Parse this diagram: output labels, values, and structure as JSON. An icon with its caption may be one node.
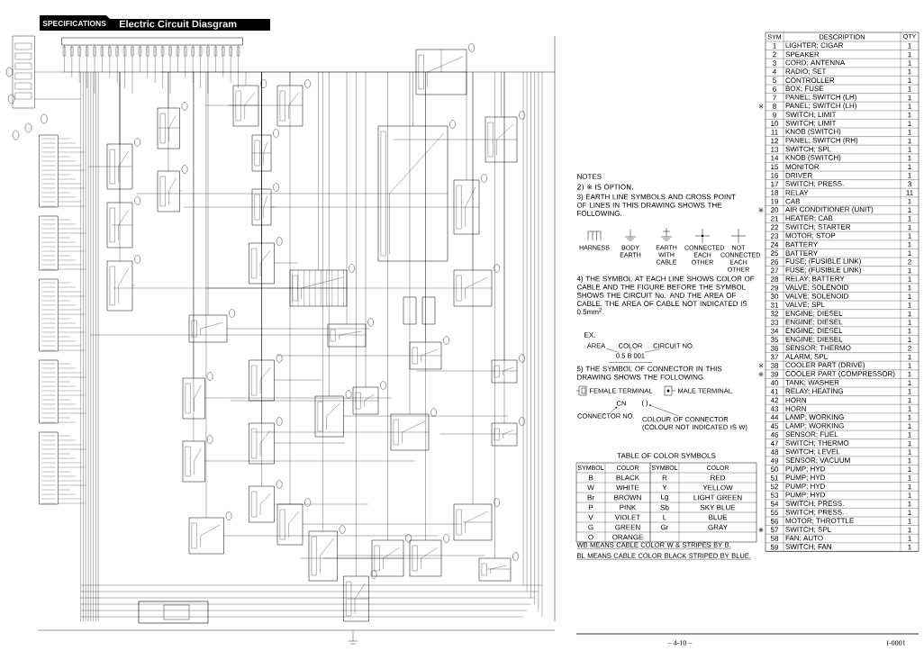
{
  "diagram": {
    "title": "Electric Circuit Diasgram",
    "nodes": [
      {
        "text": [
          "AREA"
        ]
      },
      {
        "text": [
          "COLOR"
        ]
      },
      {
        "text": [
          "CIRCUIT NO."
        ]
      },
      {
        "text": [
          "0.5 B 001"
        ]
      },
      {
        "text": [
          "CONNECTOR NO."
        ]
      },
      {
        "text": [
          "CN"
        ]
      },
      {
        "text": [
          "( )"
        ]
      },
      {
        "text": [
          "COLOUR OF CONNECTOR (COLOUR NOT INDICATED IS W)"
        ]
      }
    ],
    "edges": [
      {
        "from": 0,
        "to": 3,
        "arrow": "none"
      },
      {
        "from": 1,
        "to": 3,
        "arrow": "none"
      },
      {
        "from": 2,
        "to": 3,
        "arrow": "none"
      },
      {
        "from": 4,
        "to": 5,
        "arrow": "to"
      },
      {
        "from": 7,
        "to": 6,
        "arrow": "to"
      }
    ],
    "labels": [
      "SPECIFICATIONS",
      "SYM",
      "DESCRIPTION",
      "QTY",
      "1",
      "LIGHTER; CIGAR",
      "1",
      "2",
      "SPEAKER",
      "1",
      "3",
      "CORD; ANTENNA",
      "1",
      "4",
      "RADIO; SET",
      "1",
      "5",
      "CONTROLLER",
      "1",
      "6",
      "BOX; FUSE",
      "1",
      "7",
      "PANEL; SWITCH (LH)",
      "1",
      "8",
      "PANEL; SWITCH (LH)",
      "1",
      "9",
      "SWITCH; LIMIT",
      "1",
      "10",
      "SWITCH; LIMIT",
      "1",
      "11",
      "KNOB (SWITCH)",
      "1",
      "12",
      "PANEL; SWITCH (RH)",
      "1",
      "13",
      "SWITCH; SPL",
      "1",
      "14",
      "KNOB (SWITCH)",
      "1",
      "15",
      "MONITOR",
      "1",
      "16",
      "DRIVER",
      "1",
      "17",
      "SWITCH; PRESS.",
      "3",
      "18",
      "RELAY",
      "11",
      "19",
      "CAB",
      "1",
      "20",
      "AIR CONDITIONER (UNIT)",
      "1",
      "21",
      "HEATER; CAB",
      "1",
      "22",
      "SWITCH; STARTER",
      "1",
      "23",
      "MOTOR; STOP",
      "1",
      "24",
      "BATTERY",
      "1",
      "25",
      "BATTERY",
      "1",
      "26",
      "FUSE; (FUSIBLE LINK)",
      "2",
      "27",
      "FUSE; (FUSIBLE LINK)",
      "1",
      "28",
      "RELAY; BATTERY",
      "1",
      "29",
      "VALVE; SOLENOID",
      "1",
      "30",
      "VALVE; SOLENOID",
      "1",
      "31",
      "VALVE; SPL",
      "1",
      "32",
      "ENGINE; DIESEL",
      "1",
      "33",
      "ENGINE; DIESEL",
      "1",
      "34",
      "ENGINE; DIESEL",
      "1",
      "35",
      "ENGINE; DIESEL",
      "1",
      "36",
      "SENSOR; THERMO",
      "2",
      "37",
      "ALARM; SPL",
      "1",
      "38",
      "COOLER PART (DRIVE)",
      "1",
      "39",
      "COOLER PART (COMPRESSOR)",
      "1",
      "40",
      "TANK; WASHER",
      "1",
      "41",
      "RELAY; HEATING",
      "1",
      "42",
      "HORN",
      "1",
      "43",
      "HORN",
      "1",
      "44",
      "LAMP; WORKING",
      "1",
      "45",
      "LAMP; WORKING",
      "1",
      "46",
      "SENSOR; FUEL",
      "1",
      "47",
      "SWITCH; THERMO",
      "1",
      "48",
      "SWITCH; LEVEL",
      "1",
      "49",
      "SENSOR; VACUUM",
      "1",
      "50",
      "PUMP; HYD",
      "1",
      "51",
      "PUMP; HYD",
      "1",
      "52",
      "PUMP; HYD",
      "1",
      "53",
      "PUMP; HYD",
      "1",
      "54",
      "SWITCH; PRESS.",
      "1",
      "55",
      "SWITCH; PRESS.",
      "1",
      "56",
      "MOTOR; THROTTLE",
      "1",
      "57",
      "SWITCH; SPL",
      "1",
      "58",
      "FAN; AUTO",
      "1",
      "59",
      "SWITCH; FAN",
      "1",
      "※",
      "※",
      "※",
      "※",
      "※",
      "NOTES",
      "2) ※ IS OPTION.",
      "3) EARTH LINE SYMBOLS AND CROSS POINT OF LINES IN THIS DRAWING SHOWS THE FOLLOWING.",
      "HARNESS",
      "BODY EARTH",
      "EARTH WITH CABLE",
      "CONNECTED EACH OTHER",
      "NOT CONNECTED EACH OTHER",
      "4) THE SYMBOL AT EACH LINE SHOWS COLOR OF CABLE AND THE FIGURE BEFORE THE SYMBOL SHOWS THE CIRCUIT No. AND THE AREA OF CABLE. THE AREA OF CABLE NOT INDICATED IS 0.5mm$^{2}$.",
      "EX.",
      "5) THE SYMBOL OF CONNECTOR IN THIS DRAWING SHOWS THE FOLLOWING.",
      "FEMALE TERMINAL",
      "MALE TERMINAL",
      "TABLE OF COLOR SYMBOLS",
      "SYMBOL",
      "COLOR",
      "SYMBOL",
      "COLOR",
      "B",
      "BLACK",
      "R",
      "RED",
      "W",
      "WHITE",
      "Y",
      "YELLOW",
      "Br",
      "BROWN",
      "Lg",
      "LIGHT GREEN",
      "P",
      "PINK",
      "Sb",
      "SKY BLUE",
      "V",
      "VIOLET",
      "L",
      "BLUE",
      "G",
      "GREEN",
      "Gr",
      "GRAY",
      "O",
      "ORANGE",
      "WB MEANS CABLE COLOR W & STRIPES BY B.",
      "BL MEANS CABLE COLOR BLACK STRIPED BY BLUE.",
      "– 4-10 –",
      "I-0001"
    ]
  }
}
